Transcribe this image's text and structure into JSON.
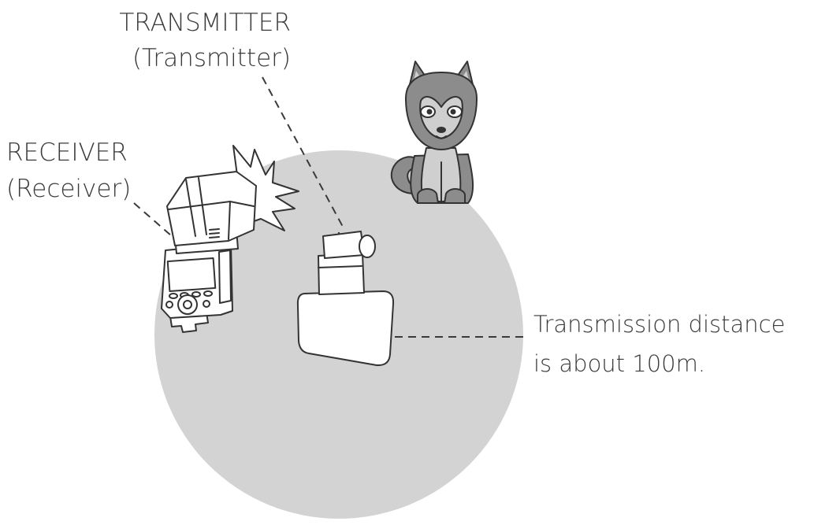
{
  "labels": {
    "transmitter_title": "TRANSMITTER",
    "transmitter_sub": "(Transmitter)",
    "receiver_title": "RECEIVER",
    "receiver_sub": "(Receiver)",
    "distance_line1": "Transmission distance",
    "distance_line2": "is about 100m."
  },
  "colors": {
    "range_area": "#d3d3d3",
    "ink": "#333333",
    "text": "#3a3a3a",
    "device_fill": "#ffffff",
    "dog_dark": "#8c8c8c",
    "dog_light": "#cfcfcf"
  },
  "icons": {
    "receiver": "speedlight-flash-icon",
    "transmitter": "camera-with-trigger-icon",
    "subject": "dog-icon",
    "flash_burst": "flash-burst-icon"
  }
}
